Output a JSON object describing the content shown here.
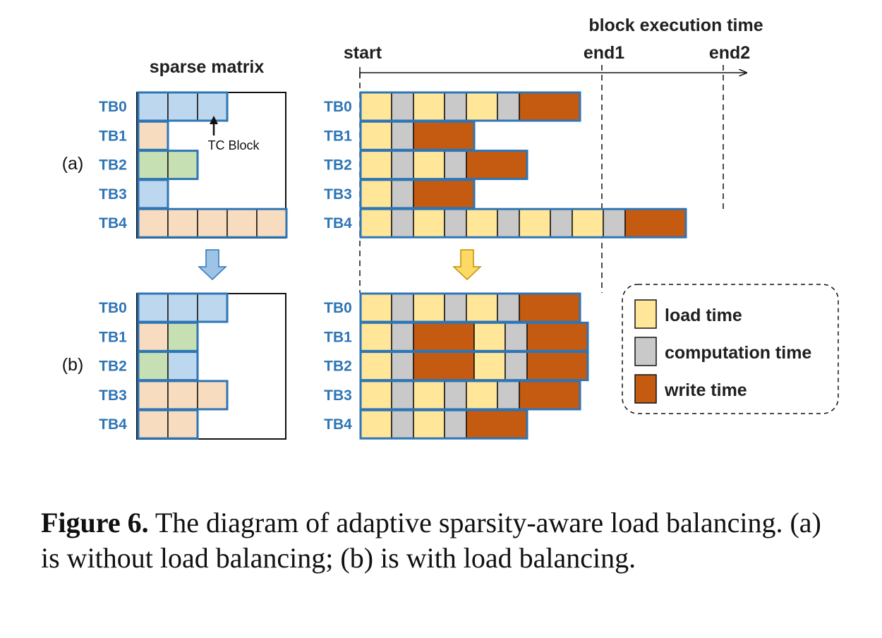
{
  "labels": {
    "sparse_matrix": "sparse matrix",
    "tc_block": "TC Block",
    "start": "start",
    "end1": "end1",
    "end2": "end2",
    "block_execution_time": "block execution time",
    "part_a": "(a)",
    "part_b": "(b)"
  },
  "tb_names": [
    "TB0",
    "TB1",
    "TB2",
    "TB3",
    "TB4"
  ],
  "legend": [
    {
      "key": "load",
      "label": "load time"
    },
    {
      "key": "comp",
      "label": "computation time"
    },
    {
      "key": "write",
      "label": "write time"
    }
  ],
  "colors": {
    "block_blue": "#bdd7ee",
    "block_peach": "#f8dcbf",
    "block_green": "#c6e0b4",
    "load": "#ffe699",
    "comp": "#c9c9c9",
    "write": "#c55a11",
    "tb_outline": "#2e75b6",
    "tb_label": "#2e75b6",
    "arrow_blue": "#9dc3e6",
    "arrow_yellow": "#ffd966"
  },
  "matrix_a": [
    [
      "blue",
      "blue",
      "blue"
    ],
    [
      "peach"
    ],
    [
      "green",
      "green"
    ],
    [
      "blue"
    ],
    [
      "peach",
      "peach",
      "peach",
      "peach",
      "peach"
    ]
  ],
  "matrix_b": [
    [
      "blue",
      "blue",
      "blue"
    ],
    [
      "peach",
      "green"
    ],
    [
      "green",
      "blue"
    ],
    [
      "peach",
      "peach",
      "peach"
    ],
    [
      "peach",
      "peach"
    ]
  ],
  "timeline_a": [
    [
      "load",
      "comp",
      "load",
      "comp",
      "load",
      "comp",
      "write"
    ],
    [
      "load",
      "comp",
      "write"
    ],
    [
      "load",
      "comp",
      "load",
      "comp",
      "write"
    ],
    [
      "load",
      "comp",
      "write"
    ],
    [
      "load",
      "comp",
      "load",
      "comp",
      "load",
      "comp",
      "load",
      "comp",
      "load",
      "comp",
      "write"
    ]
  ],
  "timeline_b": [
    [
      "load",
      "comp",
      "load",
      "comp",
      "load",
      "comp",
      "write"
    ],
    [
      "load",
      "comp",
      "write",
      "load",
      "comp",
      "write"
    ],
    [
      "load",
      "comp",
      "write",
      "load",
      "comp",
      "write"
    ],
    [
      "load",
      "comp",
      "load",
      "comp",
      "load",
      "comp",
      "write"
    ],
    [
      "load",
      "comp",
      "load",
      "comp",
      "write"
    ]
  ],
  "caption": {
    "bold": "Figure 6.",
    "text": " The diagram of adaptive sparsity-aware load balancing. (a) is without load balancing; (b) is with load balancing."
  }
}
